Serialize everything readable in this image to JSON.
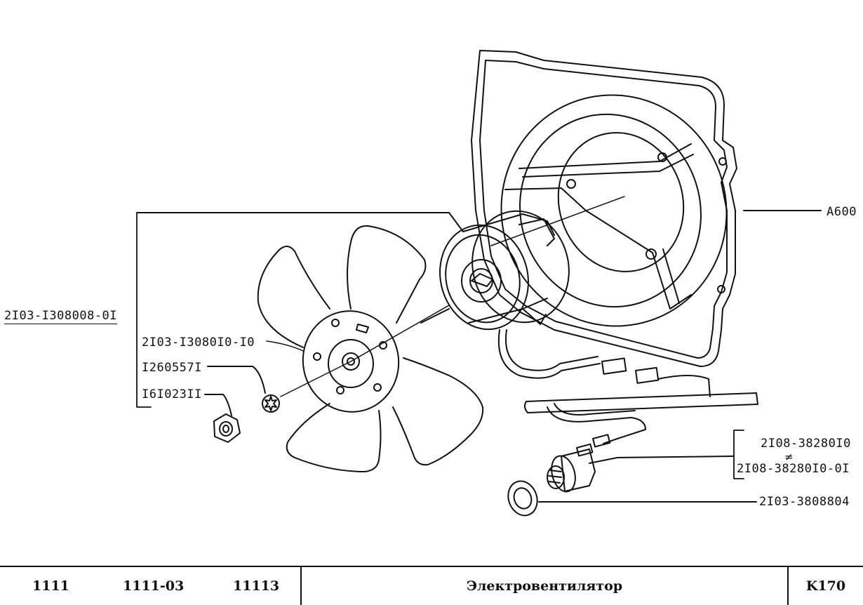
{
  "diagram": {
    "callouts": {
      "assembly": "2I03-I308008-0I",
      "fan": "2I03-I3080I0-I0",
      "washer": "I260557I",
      "nut": "I6I023II",
      "shroud": "A600",
      "switch_a": "2I08-38280I0",
      "switch_b": "2I08-38280I0-0I",
      "switch_sep": "≠",
      "gasket": "2I03-3808804"
    }
  },
  "footer": {
    "models": [
      "1111",
      "1111-03",
      "11113"
    ],
    "title": "Электровентилятор",
    "page_code": "K170"
  }
}
